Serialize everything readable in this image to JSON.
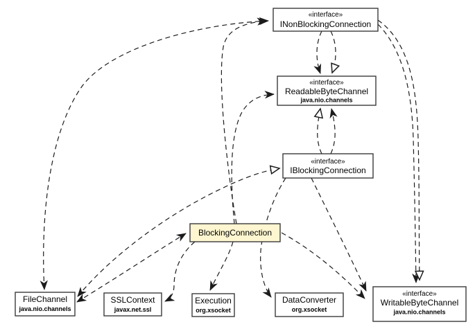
{
  "diagram": {
    "type": "uml-class-diagram",
    "center_class": "BlockingConnection",
    "colors": {
      "background": "#ffffff",
      "box_fill": "#ffffff",
      "highlight_fill": "#fdf6d0",
      "box_border": "#3a3a3a",
      "edge": "#1c1c1c"
    },
    "nodes": {
      "inonblocking": {
        "stereotype": "«interface»",
        "name": "INonBlockingConnection",
        "package": ""
      },
      "readable": {
        "stereotype": "«interface»",
        "name": "ReadableByteChannel",
        "package": "java.nio.channels"
      },
      "iblocking": {
        "stereotype": "«interface»",
        "name": "IBlockingConnection",
        "package": ""
      },
      "blocking": {
        "name": "BlockingConnection"
      },
      "filechannel": {
        "name": "FileChannel",
        "package": "java.nio.channels"
      },
      "sslcontext": {
        "name": "SSLContext",
        "package": "javax.net.ssl"
      },
      "execution": {
        "name": "Execution",
        "package": "org.xsocket"
      },
      "dataconverter": {
        "name": "DataConverter",
        "package": "org.xsocket"
      },
      "writable": {
        "stereotype": "«interface»",
        "name": "WritableByteChannel",
        "package": "java.nio.channels"
      }
    },
    "edges": [
      {
        "from": "BlockingConnection",
        "to": "INonBlockingConnection",
        "kind": "dependency"
      },
      {
        "from": "INonBlockingConnection",
        "to": "FileChannel",
        "kind": "dependency"
      },
      {
        "from": "BlockingConnection",
        "to": "ReadableByteChannel",
        "kind": "dependency"
      },
      {
        "from": "INonBlockingConnection",
        "to": "ReadableByteChannel",
        "kind": "dependency"
      },
      {
        "from": "INonBlockingConnection",
        "to": "ReadableByteChannel",
        "kind": "realization"
      },
      {
        "from": "IBlockingConnection",
        "to": "ReadableByteChannel",
        "kind": "realization"
      },
      {
        "from": "IBlockingConnection",
        "to": "ReadableByteChannel",
        "kind": "dependency"
      },
      {
        "from": "BlockingConnection",
        "to": "IBlockingConnection",
        "kind": "realization"
      },
      {
        "from": "BlockingConnection",
        "to": "FileChannel",
        "kind": "dependency"
      },
      {
        "from": "FileChannel",
        "to": "BlockingConnection",
        "kind": "dependency"
      },
      {
        "from": "BlockingConnection",
        "to": "SSLContext",
        "kind": "dependency"
      },
      {
        "from": "BlockingConnection",
        "to": "Execution",
        "kind": "dependency"
      },
      {
        "from": "IBlockingConnection",
        "to": "DataConverter",
        "kind": "dependency"
      },
      {
        "from": "BlockingConnection",
        "to": "WritableByteChannel",
        "kind": "dependency"
      },
      {
        "from": "IBlockingConnection",
        "to": "WritableByteChannel",
        "kind": "dependency"
      },
      {
        "from": "INonBlockingConnection",
        "to": "WritableByteChannel",
        "kind": "realization"
      },
      {
        "from": "INonBlockingConnection",
        "to": "WritableByteChannel",
        "kind": "dependency"
      }
    ]
  }
}
